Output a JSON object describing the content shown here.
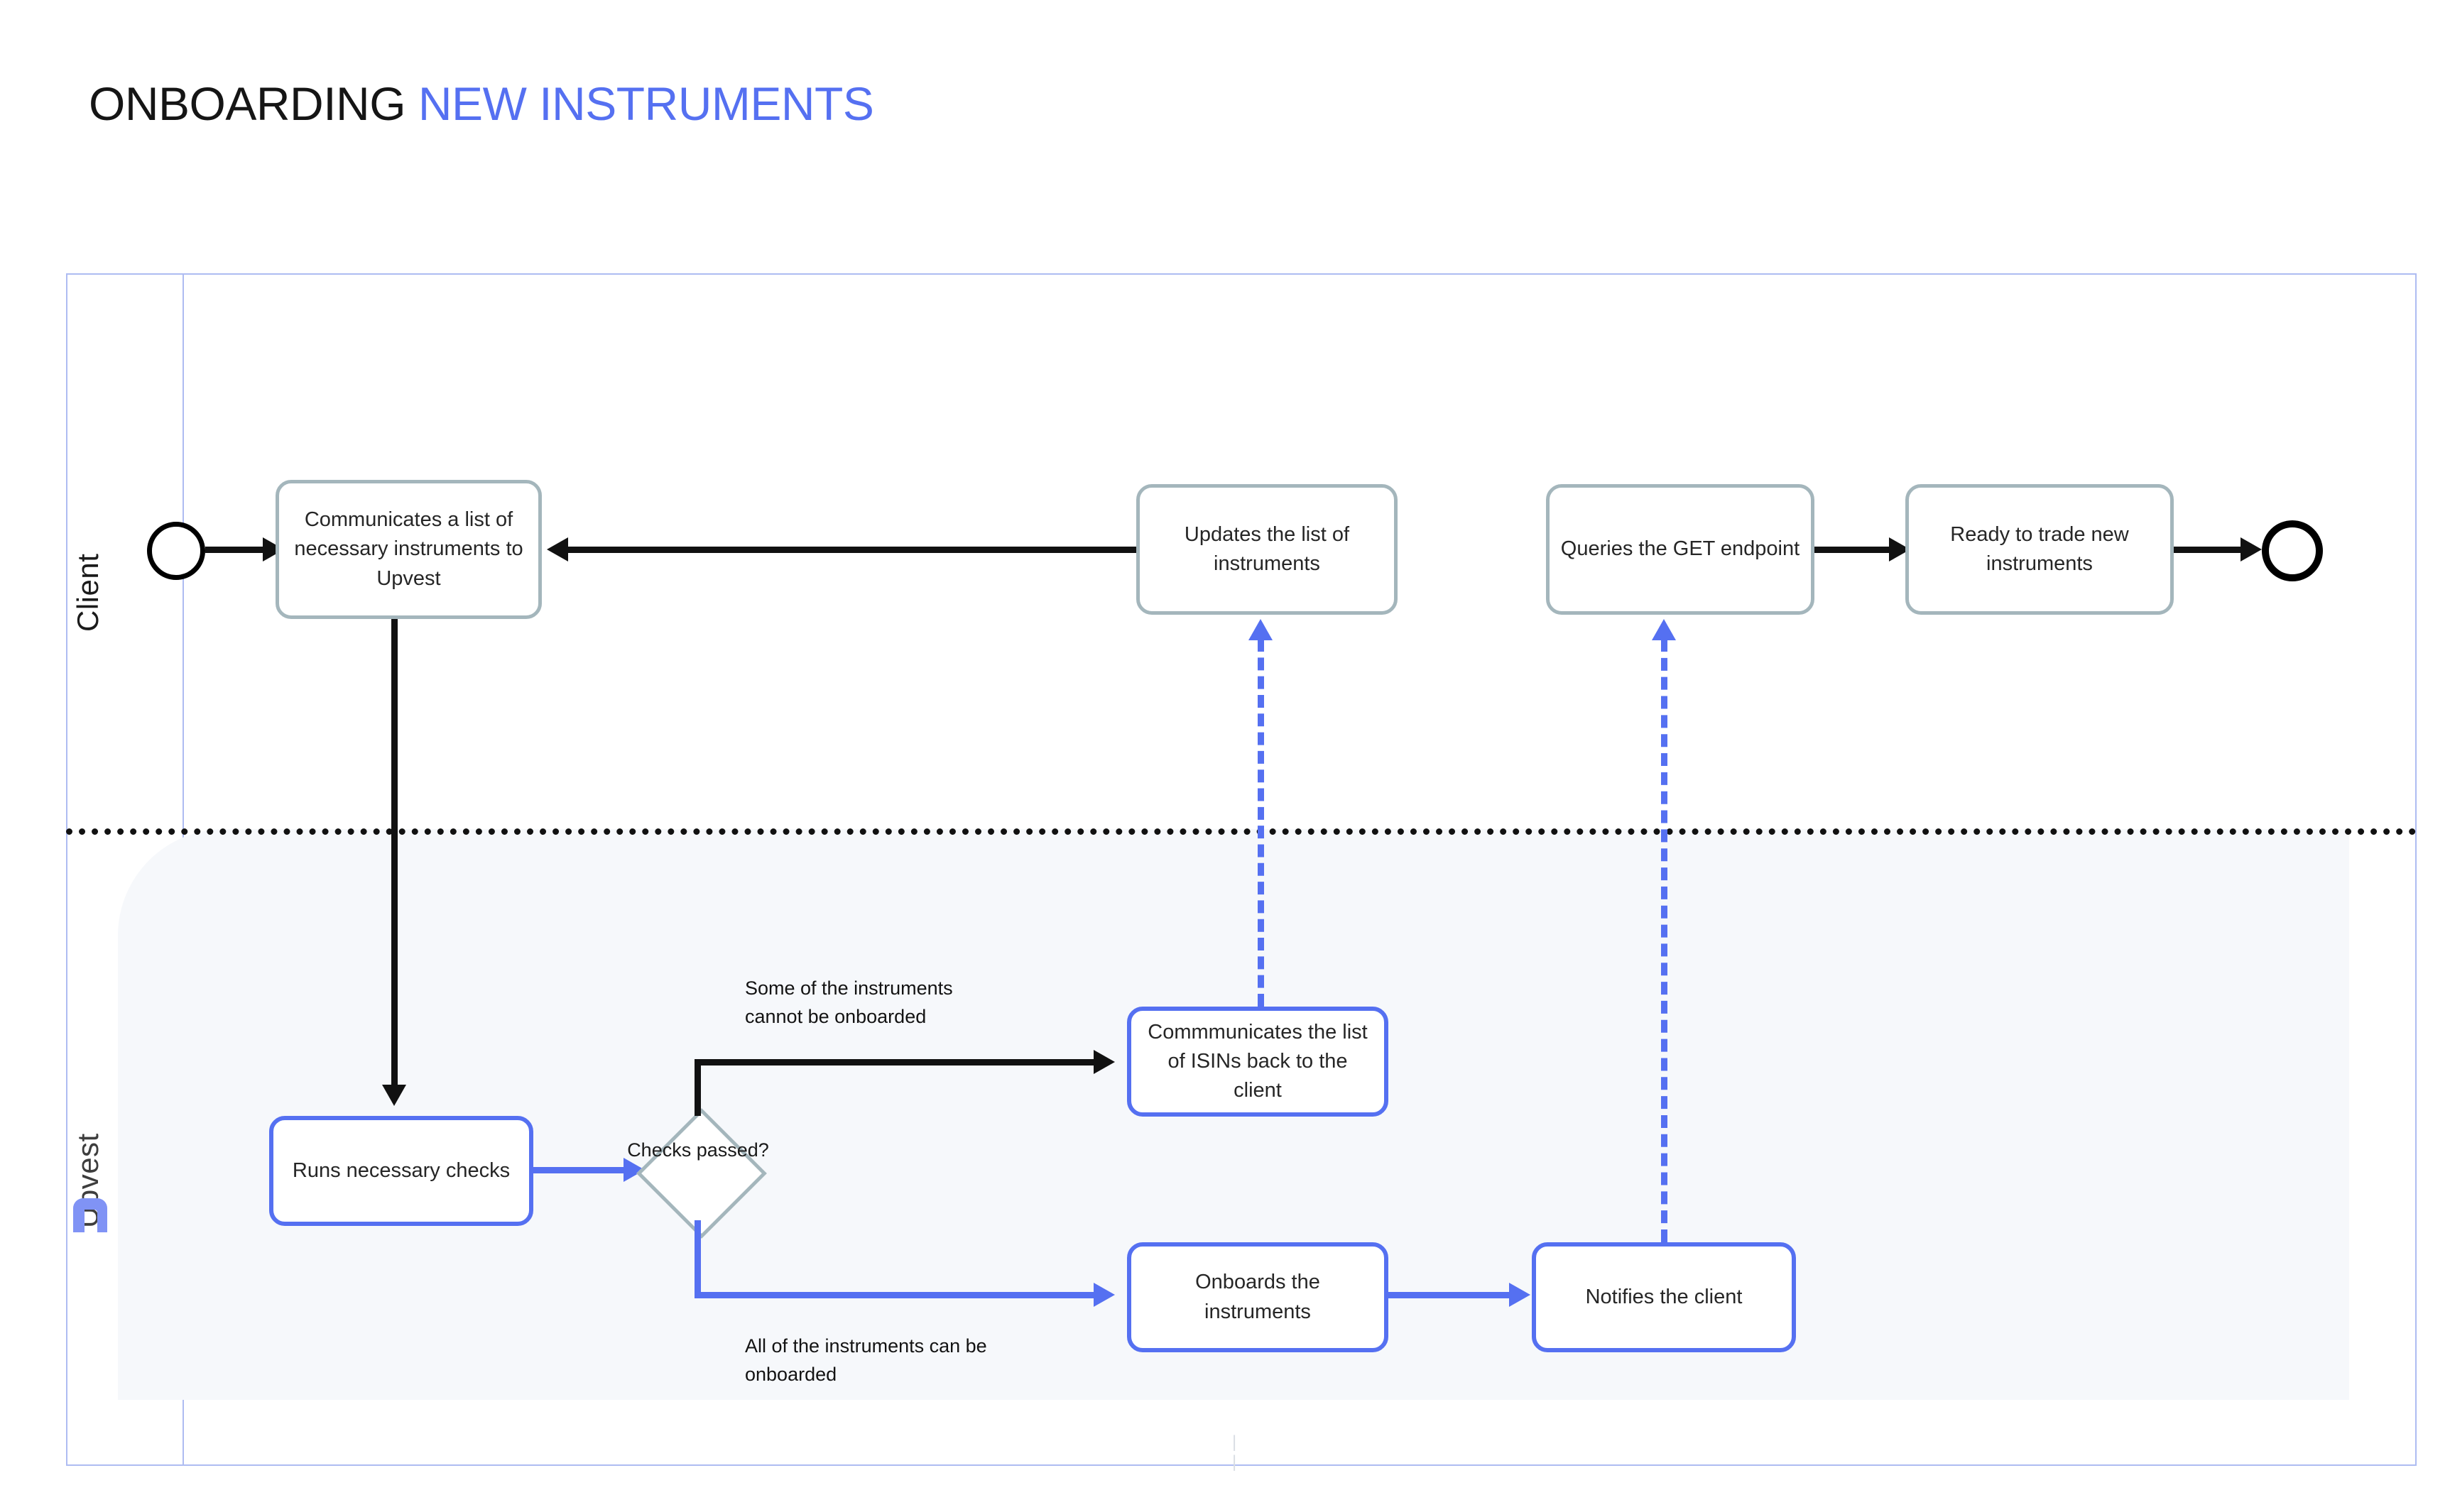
{
  "title": {
    "part1": "ONBOARDING",
    "part2": "NEW INSTRUMENTS",
    "accent_color": "#5570F1"
  },
  "lanes": [
    {
      "id": "client",
      "label": "Client",
      "background": "#ffffff"
    },
    {
      "id": "upvest",
      "label": "Upvest",
      "background": "#f6f8fb",
      "logo": "upvest-logo-mark"
    }
  ],
  "diagram": {
    "type": "bpmn-flowchart",
    "events": [
      {
        "name": "start-event",
        "kind": "start"
      },
      {
        "name": "end-event",
        "kind": "end"
      }
    ],
    "tasks": [
      {
        "id": "t1",
        "lane": "client",
        "label": "Communicates a list of necessary instruments to Upvest",
        "border_color": "#a4b6bc"
      },
      {
        "id": "t2",
        "lane": "client",
        "label": "Updates the list of instruments",
        "border_color": "#a4b6bc"
      },
      {
        "id": "t3",
        "lane": "client",
        "label": "Queries the GET endpoint",
        "border_color": "#a4b6bc"
      },
      {
        "id": "t4",
        "lane": "client",
        "label": "Ready to trade new instruments",
        "border_color": "#a4b6bc"
      },
      {
        "id": "t5",
        "lane": "upvest",
        "label": "Runs necessary checks",
        "border_color": "#5570F1"
      },
      {
        "id": "t6",
        "lane": "upvest",
        "label": "Commmunicates the list of ISINs back to the client",
        "border_color": "#5570F1"
      },
      {
        "id": "t7",
        "lane": "upvest",
        "label": "Onboards the instruments",
        "border_color": "#5570F1"
      },
      {
        "id": "t8",
        "lane": "upvest",
        "label": "Notifies the client",
        "border_color": "#5570F1"
      }
    ],
    "gateways": [
      {
        "id": "g1",
        "lane": "upvest",
        "label": "Checks passed?",
        "border_color": "#a4b6bc"
      }
    ],
    "edge_labels": [
      {
        "id": "e-no",
        "label": "Some of the instruments cannot be onboarded"
      },
      {
        "id": "e-yes",
        "label": "All of the instruments can be onboarded"
      }
    ]
  }
}
